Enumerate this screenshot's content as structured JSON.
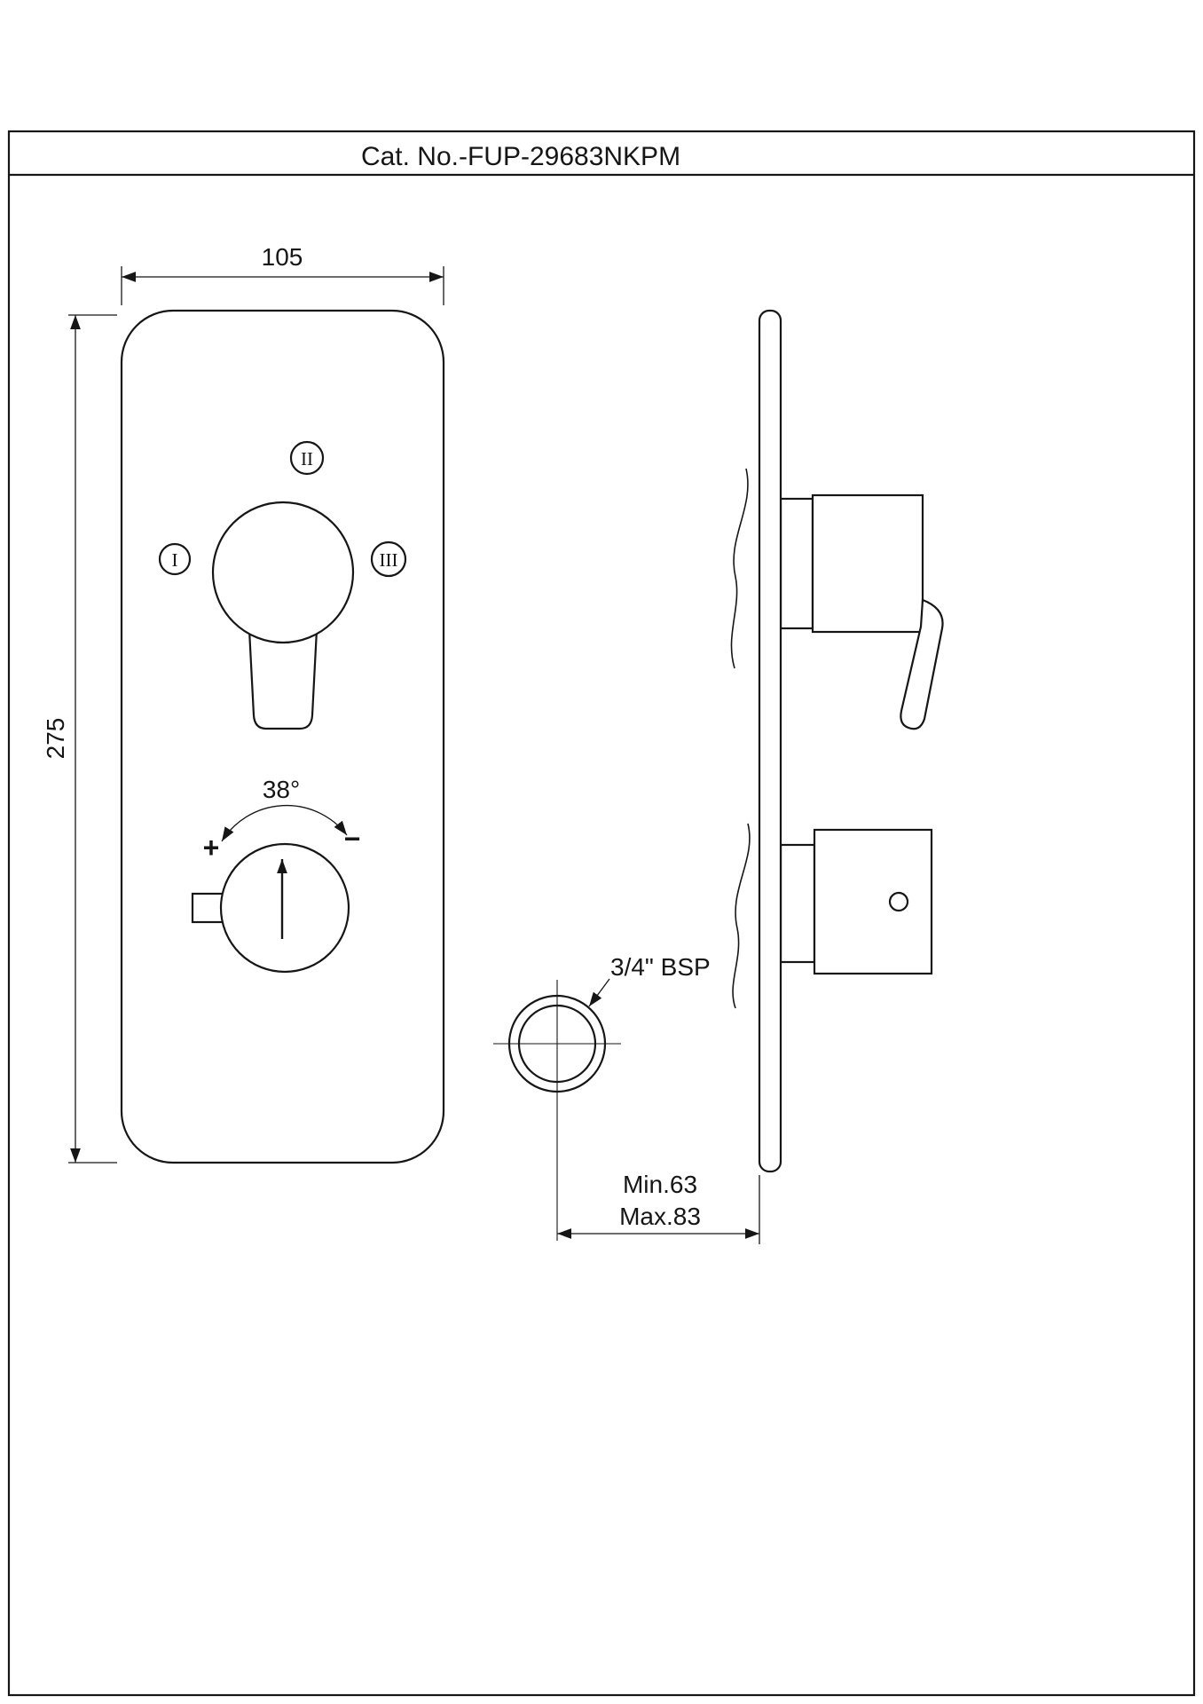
{
  "title": "Cat. No.-FUP-29683NKPM",
  "drawing": {
    "line_color": "#161616",
    "background": "#ffffff"
  },
  "front_view": {
    "width_dim": "105",
    "height_dim": "275",
    "position_top": "II",
    "position_left": "I",
    "position_right": "III",
    "knob_angle": "38°",
    "plus": "+",
    "minus": "−"
  },
  "connection": {
    "thread_label": "3/4\" BSP"
  },
  "installation_depth": {
    "min": "Min.63",
    "max": "Max.83"
  }
}
